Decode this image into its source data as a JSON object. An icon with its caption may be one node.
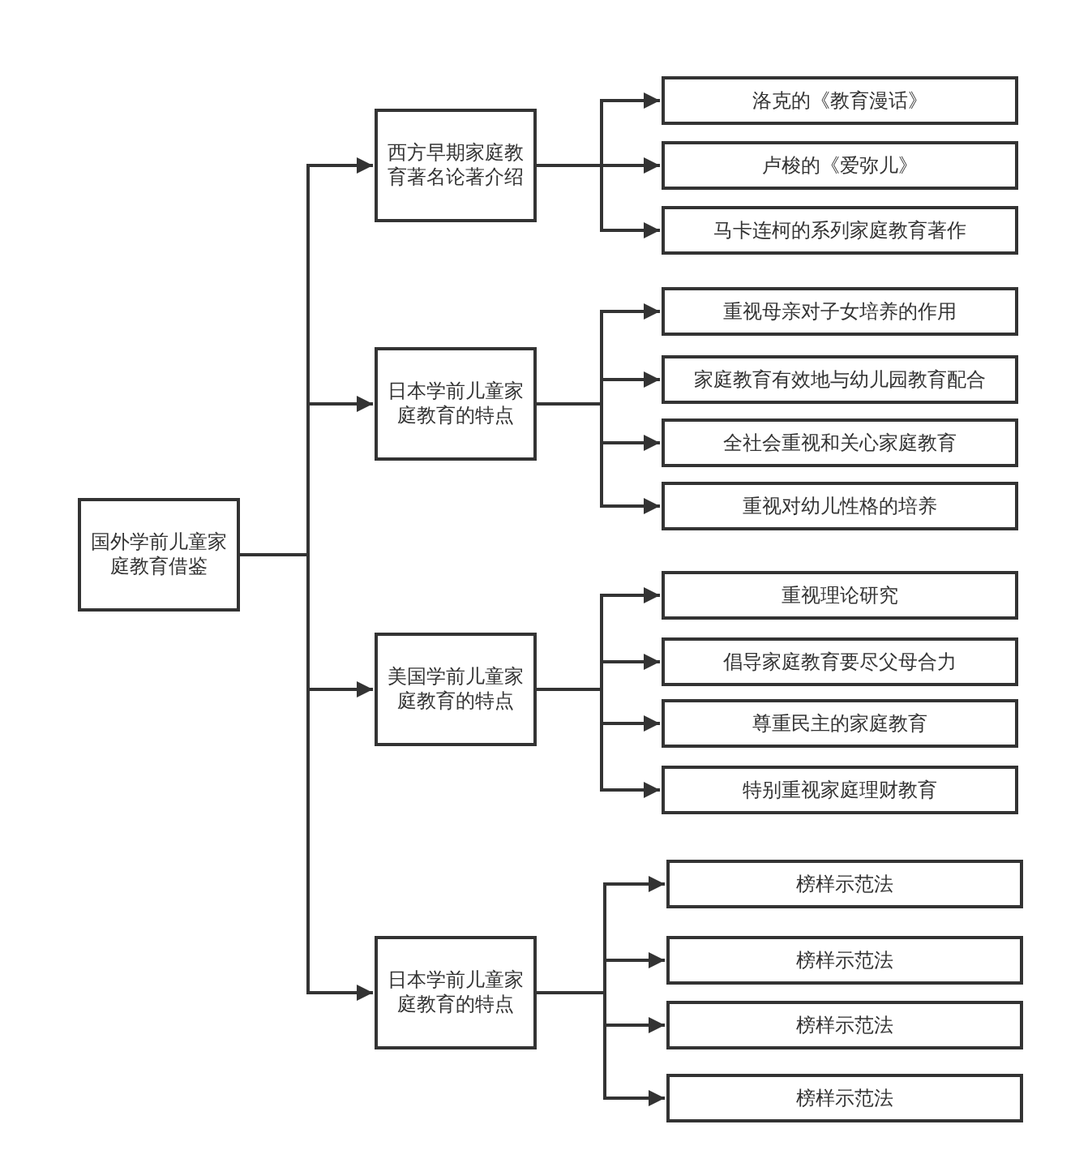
{
  "diagram": {
    "nodes": [
      {
        "text": [
          "国外学前儿童家庭教育借鉴"
        ]
      },
      {
        "text": [
          "西方早期家庭教育著名论著介绍"
        ]
      },
      {
        "text": [
          "洛克的《教育漫话》"
        ]
      },
      {
        "text": [
          "卢梭的《爱弥儿》"
        ]
      },
      {
        "text": [
          "马卡连柯的系列家庭教育著作"
        ]
      },
      {
        "text": [
          "日本学前儿童家庭教育的特点"
        ]
      },
      {
        "text": [
          "重视母亲对子女培养的作用"
        ]
      },
      {
        "text": [
          "家庭教育有效地与幼儿园教育配合"
        ]
      },
      {
        "text": [
          "全社会重视和关心家庭教育"
        ]
      },
      {
        "text": [
          "重视对幼儿性格的培养"
        ]
      },
      {
        "text": [
          "美国学前儿童家庭教育的特点"
        ]
      },
      {
        "text": [
          "重视理论研究"
        ]
      },
      {
        "text": [
          "倡导家庭教育要尽父母合力"
        ]
      },
      {
        "text": [
          "尊重民主的家庭教育"
        ]
      },
      {
        "text": [
          "特别重视家庭理财教育"
        ]
      },
      {
        "text": [
          "日本学前儿童家庭教育的特点"
        ]
      },
      {
        "text": [
          "榜样示范法"
        ]
      },
      {
        "text": [
          "榜样示范法"
        ]
      },
      {
        "text": [
          "榜样示范法"
        ]
      },
      {
        "text": [
          "榜样示范法"
        ]
      }
    ],
    "edges": [
      {
        "from": 0,
        "to": 1,
        "arrow": "to"
      },
      {
        "from": 0,
        "to": 5,
        "arrow": "to"
      },
      {
        "from": 0,
        "to": 10,
        "arrow": "to"
      },
      {
        "from": 0,
        "to": 15,
        "arrow": "to"
      },
      {
        "from": 1,
        "to": 2,
        "arrow": "to"
      },
      {
        "from": 1,
        "to": 3,
        "arrow": "to"
      },
      {
        "from": 1,
        "to": 4,
        "arrow": "to"
      },
      {
        "from": 5,
        "to": 6,
        "arrow": "to"
      },
      {
        "from": 5,
        "to": 7,
        "arrow": "to"
      },
      {
        "from": 5,
        "to": 8,
        "arrow": "to"
      },
      {
        "from": 5,
        "to": 9,
        "arrow": "to"
      },
      {
        "from": 10,
        "to": 11,
        "arrow": "to"
      },
      {
        "from": 10,
        "to": 12,
        "arrow": "to"
      },
      {
        "from": 10,
        "to": 13,
        "arrow": "to"
      },
      {
        "from": 10,
        "to": 14,
        "arrow": "to"
      },
      {
        "from": 15,
        "to": 16,
        "arrow": "to"
      },
      {
        "from": 15,
        "to": 17,
        "arrow": "to"
      },
      {
        "from": 15,
        "to": 18,
        "arrow": "to"
      },
      {
        "from": 15,
        "to": 19,
        "arrow": "to"
      }
    ]
  }
}
